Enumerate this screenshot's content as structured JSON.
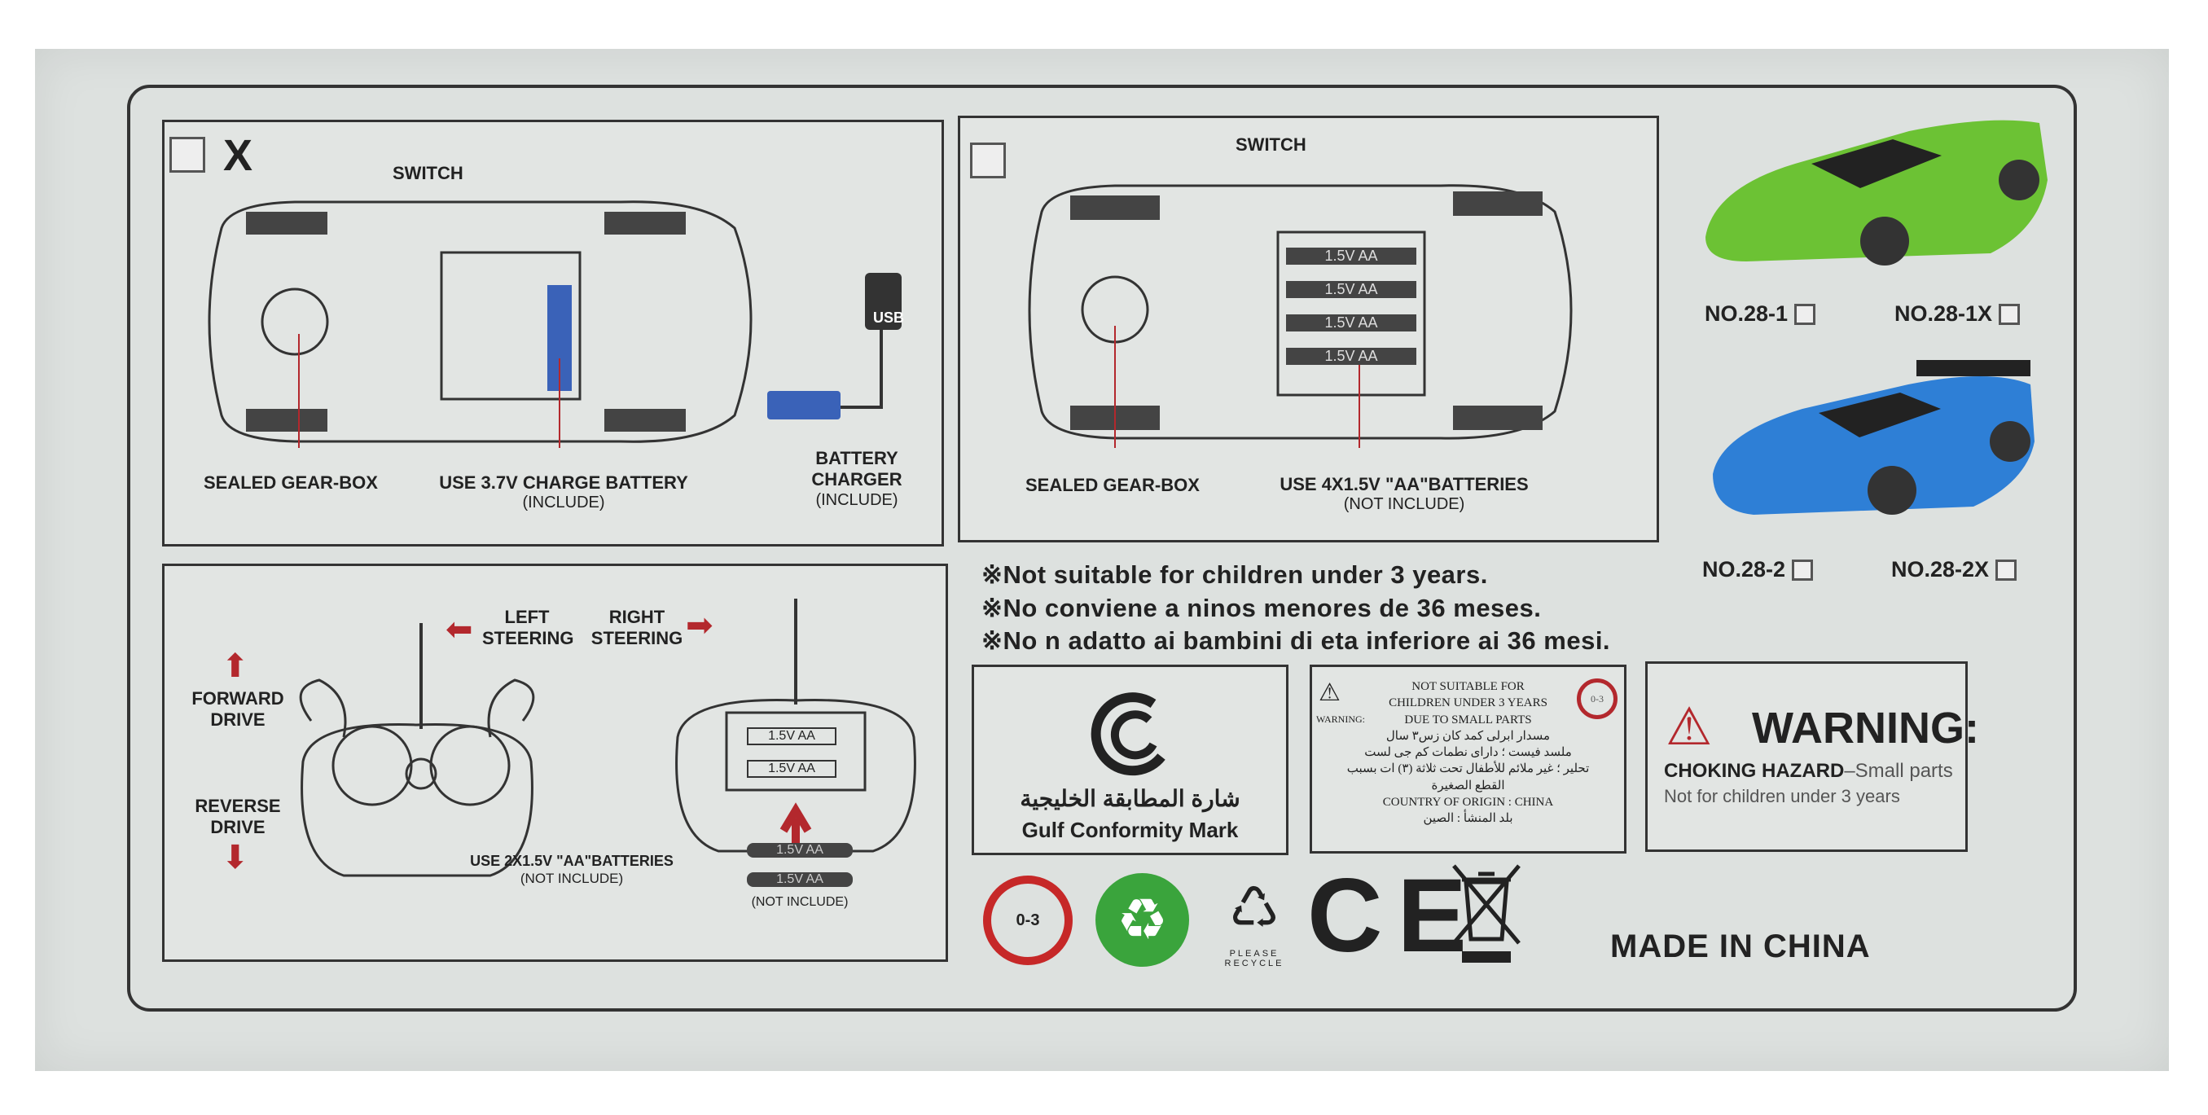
{
  "panel_a": {
    "checkbox_mark": "X",
    "switch": "SWITCH",
    "gearbox": "SEALED GEAR-BOX",
    "battery": "USE 3.7V CHARGE BATTERY",
    "battery_note": "(INCLUDE)",
    "charger": "BATTERY CHARGER",
    "charger_note": "(INCLUDE)",
    "usb": "USB"
  },
  "panel_b": {
    "switch": "SWITCH",
    "gearbox": "SEALED GEAR-BOX",
    "battery": "USE 4X1.5V \"AA\"BATTERIES",
    "battery_note": "(NOT INCLUDE)",
    "cell": "1.5V AA"
  },
  "remote": {
    "left": "LEFT",
    "left2": "STEERING",
    "right": "RIGHT",
    "right2": "STEERING",
    "forward": "FORWARD",
    "forward2": "DRIVE",
    "reverse": "REVERSE",
    "reverse2": "DRIVE",
    "batteries": "USE 2X1.5V \"AA\"BATTERIES",
    "batteries_note": "(NOT INCLUDE)",
    "cell": "1.5V AA",
    "loose_note": "(NOT INCLUDE)"
  },
  "models": [
    {
      "label": "NO.28-1"
    },
    {
      "label": "NO.28-1X"
    },
    {
      "label": "NO.28-2"
    },
    {
      "label": "NO.28-2X"
    }
  ],
  "warnings": [
    "※Not suitable for children under 3 years.",
    "※No conviene a ninos menores de 36 meses.",
    "※No n adatto ai bambini di eta inferiore ai 36 mesi."
  ],
  "gulf": {
    "arabic": "شارة المطابقة الخليجية",
    "english": "Gulf Conformity Mark"
  },
  "label_box": {
    "warning": "WARNING:",
    "l1": "NOT SUITABLE FOR",
    "l2": "CHILDREN UNDER 3 YEARS",
    "l3": "DUE TO SMALL PARTS",
    "ar1": "مسدار ابرلی کمد کان زس۳ سال",
    "ar2": "ملسد فیست ؛ دارای نطمات کم جی لست",
    "ar3": "تحلیر ؛ غیر ملائم للأطفال تحت ثلاثة (۳) ات بسبب",
    "ar4": "القطع الصغيرة",
    "origin": "COUNTRY OF ORIGIN : CHINA",
    "ar5": "بلد المنشأ : الصين",
    "age": "0-3"
  },
  "warning_box": {
    "title": "WARNING:",
    "hazard": "CHOKING HAZARD",
    "hazard_rest": "–Small parts",
    "line2": "Not for children under 3 years"
  },
  "symbols": {
    "age": "0-3",
    "recycle_text": "PLEASE RECYCLE",
    "ce": "CE"
  },
  "made_in": "MADE IN CHINA",
  "colors": {
    "red": "#b3282d",
    "green_car": "#6cc234",
    "blue_car": "#2e7fd6"
  }
}
